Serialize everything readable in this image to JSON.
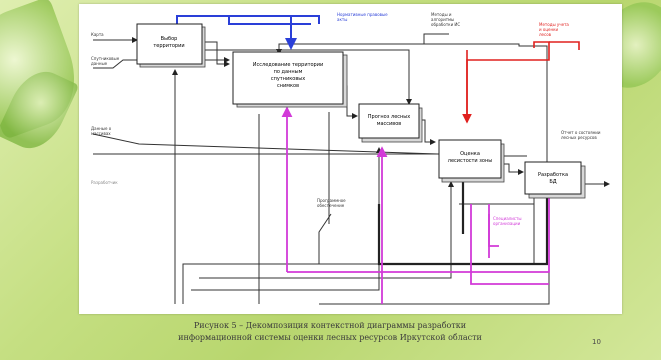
{
  "blocks": [
    {
      "lines": [
        "Выбор",
        "территории"
      ]
    },
    {
      "lines": [
        "Исследование территории",
        "по данным",
        "спутниковых",
        "снимков"
      ]
    },
    {
      "lines": [
        "Прогноз лесных",
        "массивов"
      ]
    },
    {
      "lines": [
        "Оценка",
        "лесистости зоны"
      ]
    },
    {
      "lines": [
        "Разработка",
        "БД"
      ]
    }
  ],
  "labels": {
    "input1": "Карта",
    "input2": [
      "Спутниковые",
      "данные"
    ],
    "input3": [
      "Данные о",
      "массивах"
    ],
    "input4": "Разработчик",
    "control_blue": [
      "Нормативные правовые",
      "акты"
    ],
    "control_black": [
      "Методы и",
      "алгоритмы",
      "обработки ИС"
    ],
    "control_red": [
      "Методы учета",
      "и оценки",
      "лесов"
    ],
    "output": [
      "Отчет о состоянии",
      "лесных ресурсов"
    ],
    "mech_mid": [
      "Программное",
      "обеспечение"
    ],
    "mech_magenta": [
      "Специалисты",
      "организации"
    ]
  },
  "caption": [
    "Рисунок 5 – Декомпозиция контекстной диаграммы разработки",
    "информационной системы оценки лесных ресурсов Иркутской области"
  ],
  "page_number": "10"
}
